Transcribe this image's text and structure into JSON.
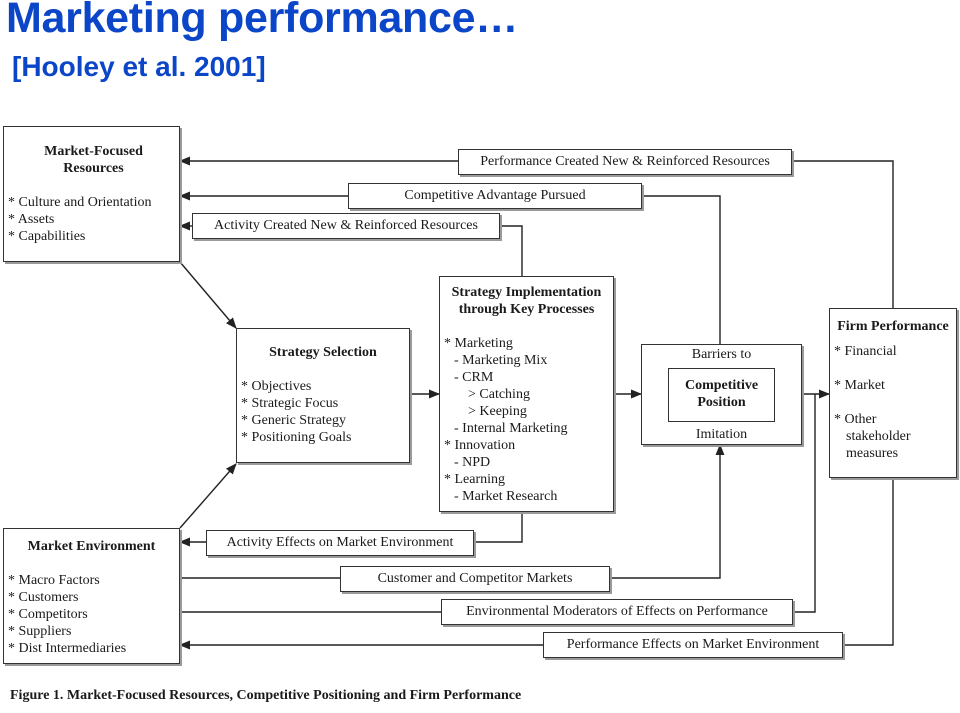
{
  "title": "Marketing performance…",
  "subtitle": "[Hooley et al. 2001]",
  "caption": "Figure 1.   Market-Focused Resources, Competitive Positioning and Firm Performance",
  "boxes": {
    "resources": {
      "title_lines": [
        "Market-Focused",
        "Resources"
      ],
      "items": [
        "* Culture and Orientation",
        "* Assets",
        "* Capabilities"
      ]
    },
    "strategy_selection": {
      "title": "Strategy Selection",
      "items": [
        "* Objectives",
        "* Strategic Focus",
        "* Generic Strategy",
        "* Positioning Goals"
      ]
    },
    "implementation": {
      "title_lines": [
        "Strategy Implementation",
        "through Key Processes"
      ],
      "items": [
        "* Marketing",
        "- Marketing Mix",
        "- CRM",
        "> Catching",
        "> Keeping",
        "- Internal Marketing",
        "* Innovation",
        "- NPD",
        "* Learning",
        "- Market Research"
      ]
    },
    "position": {
      "top": "Barriers to",
      "inner_lines": [
        "Competitive",
        "Position"
      ],
      "bottom": "Imitation"
    },
    "firm_performance": {
      "title": "Firm Performance",
      "items": [
        "* Financial",
        "* Market",
        "* Other",
        "stakeholder",
        "measures"
      ]
    },
    "environment": {
      "title": "Market Environment",
      "items": [
        "* Macro Factors",
        "* Customers",
        "* Competitors",
        "* Suppliers",
        "* Dist Intermediaries"
      ]
    }
  },
  "flow_labels": {
    "performance_resources": "Performance Created New & Reinforced Resources",
    "advantage": "Competitive Advantage Pursued",
    "activity_resources": "Activity Created New & Reinforced Resources",
    "activity_effects": "Activity Effects on Market Environment",
    "customer_markets": "Customer and Competitor Markets",
    "moderators": "Environmental Moderators of Effects on Performance",
    "performance_effects": "Performance Effects on Market Environment"
  }
}
